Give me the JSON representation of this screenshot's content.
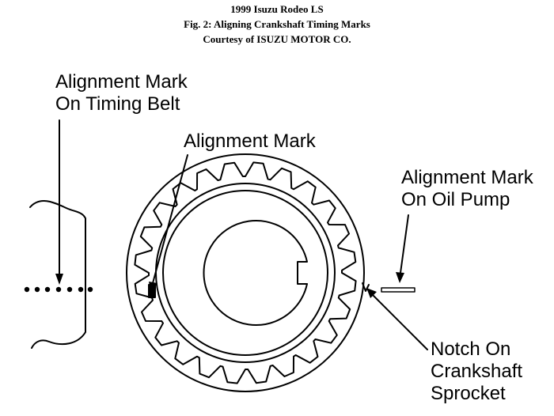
{
  "header": {
    "line1": "1999 Isuzu Rodeo LS",
    "line2": "Fig. 2: Aligning Crankshaft Timing Marks",
    "line3": "Courtesy of ISUZU MOTOR CO."
  },
  "labels": {
    "belt_line1": "Alignment Mark",
    "belt_line2": "On Timing Belt",
    "sprocket_mark": "Alignment Mark",
    "pump_line1": "Alignment Mark",
    "pump_line2": "On Oil Pump",
    "notch_line1": "Notch On",
    "notch_line2": "Crankshaft",
    "notch_line3": "Sprocket"
  }
}
